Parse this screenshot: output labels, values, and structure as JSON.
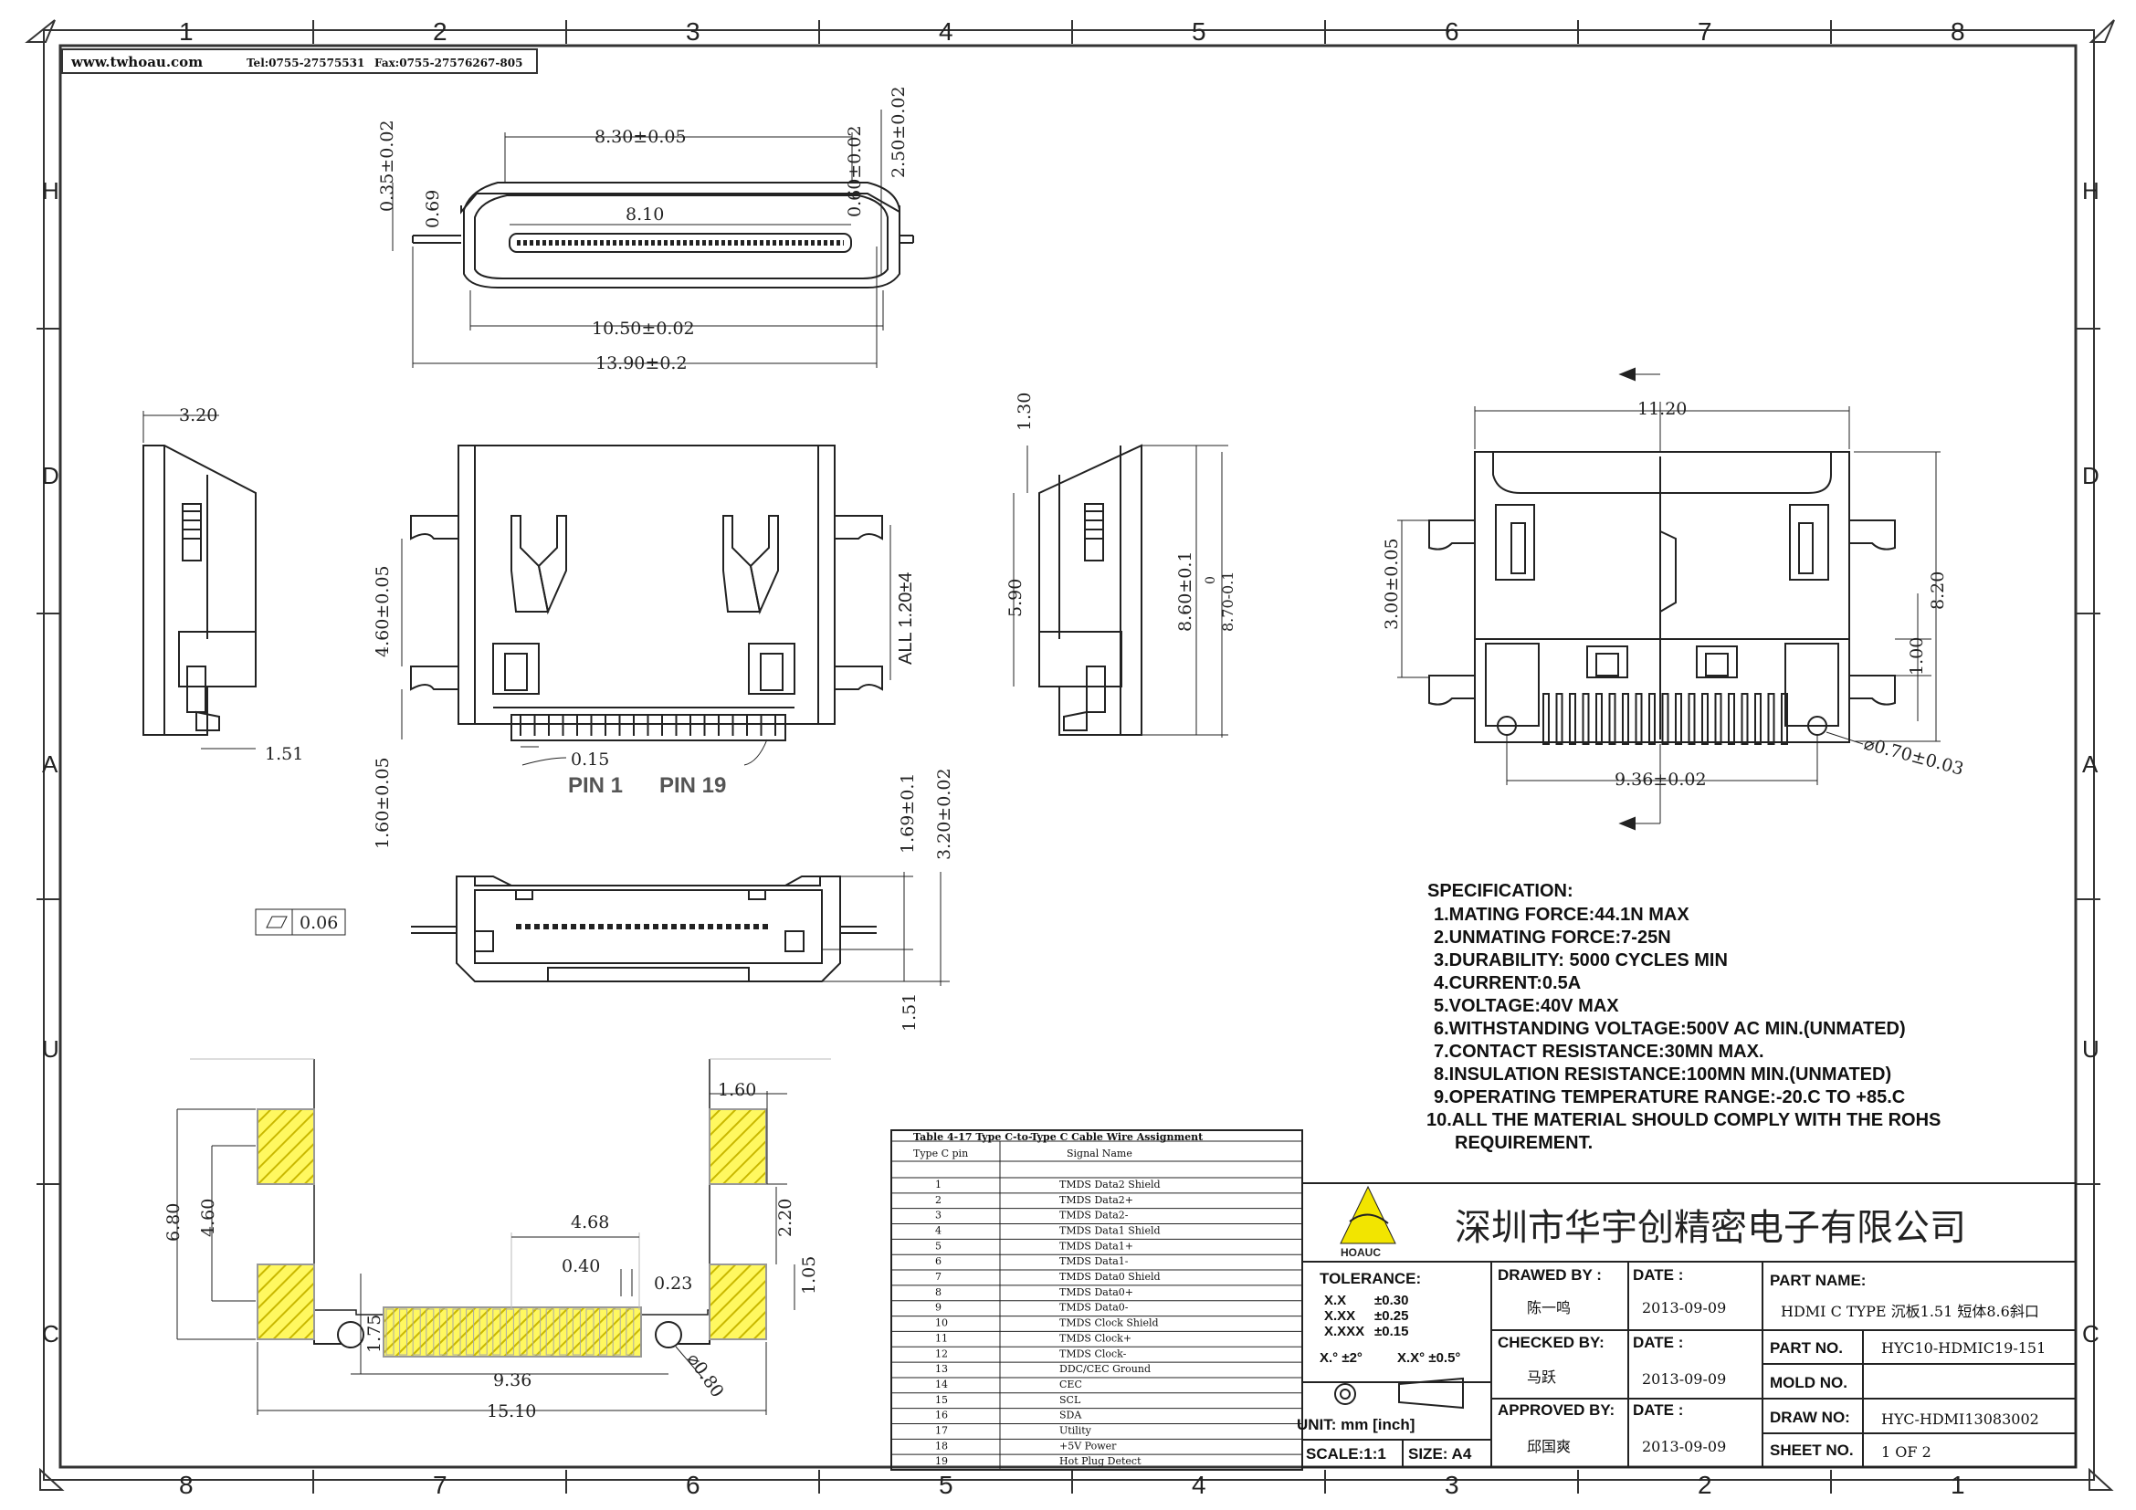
{
  "header": {
    "website": "www.twhoau.com",
    "tel": "Tel:0755-27575531",
    "fax": "Fax:0755-27576267-805"
  },
  "grid": {
    "top_numbers": [
      "1",
      "2",
      "3",
      "4",
      "5",
      "6",
      "7",
      "8"
    ],
    "bottom_numbers": [
      "8",
      "7",
      "6",
      "5",
      "4",
      "3",
      "2",
      "1"
    ],
    "side_letters": [
      "H",
      "D",
      "A",
      "U",
      "C"
    ]
  },
  "top_view": {
    "d_width_inner": "8.30±0.05",
    "d_width_slot": "8.10",
    "d_width_body": "10.50±0.02",
    "d_width_total": "13.90±0.2",
    "d_top_gap": "0.35±0.02",
    "d_shell": "0.69",
    "d_side": "0.60±0.02",
    "d_height": "2.50±0.02"
  },
  "front_view": {
    "d_side_depth": "3.20",
    "d_side_foot": "1.51",
    "d_pitch": "0.15",
    "pin1": "PIN 1",
    "pin19": "PIN 19",
    "d_leg": "4.60±0.05",
    "d_bottom": "1.60±0.05",
    "d_all": "ALL 1.20±4",
    "d_r_top": "1.30",
    "d_r_mid": "5.90",
    "d_r_total": "8.60±0.1",
    "d_r_total2": "0",
    "d_r_total3": "8.70-0.1"
  },
  "bottom_view": {
    "d_flat": "0.06",
    "d_h1": "1.69±0.1",
    "d_h2": "3.20±0.02",
    "d_h3": "1.51"
  },
  "right_view": {
    "d_width": "11.20",
    "d_height": "8.20",
    "d_side": "3.00±0.05",
    "d_r": "1.00",
    "d_pitch": "9.36±0.02",
    "d_hole": "⌀0.70±0.03"
  },
  "footprint": {
    "d_1_60": "1.60",
    "d_6_80": "6.80",
    "d_4_60": "4.60",
    "d_4_68": "4.68",
    "d_2_20": "2.20",
    "d_0_40": "0.40",
    "d_0_23": "0.23",
    "d_1_05": "1.05",
    "d_1_75": "1.75",
    "d_9_36": "9.36",
    "d_0_80": "⌀0.80",
    "d_15_10": "15.10"
  },
  "spec": {
    "title": "SPECIFICATION:",
    "items": [
      "1.MATING FORCE:44.1N MAX",
      "2.UNMATING FORCE:7-25N",
      "3.DURABILITY: 5000 CYCLES MIN",
      "4.CURRENT:0.5A",
      "5.VOLTAGE:40V MAX",
      "6.WITHSTANDING VOLTAGE:500V AC MIN.(UNMATED)",
      "7.CONTACT RESISTANCE:30MN MAX.",
      "8.INSULATION RESISTANCE:100MN MIN.(UNMATED)",
      "9.OPERATING TEMPERATURE RANGE:-20.C TO +85.C",
      "10.ALL THE MATERIAL SHOULD COMPLY WITH THE ROHS",
      "REQUIREMENT."
    ]
  },
  "pin_table": {
    "title": "Table 4-17 Type C-to-Type C Cable Wire Assignment",
    "col1": "Type C pin",
    "col2": "Signal Name",
    "rows": [
      [
        "1",
        "TMDS Data2 Shield"
      ],
      [
        "2",
        "TMDS Data2+"
      ],
      [
        "3",
        "TMDS Data2-"
      ],
      [
        "4",
        "TMDS Data1 Shield"
      ],
      [
        "5",
        "TMDS Data1+"
      ],
      [
        "6",
        "TMDS Data1-"
      ],
      [
        "7",
        "TMDS Data0 Shield"
      ],
      [
        "8",
        "TMDS Data0+"
      ],
      [
        "9",
        "TMDS Data0-"
      ],
      [
        "10",
        "TMDS Clock Shield"
      ],
      [
        "11",
        "TMDS Clock+"
      ],
      [
        "12",
        "TMDS Clock-"
      ],
      [
        "13",
        "DDC/CEC Ground"
      ],
      [
        "14",
        "CEC"
      ],
      [
        "15",
        "SCL"
      ],
      [
        "16",
        "SDA"
      ],
      [
        "17",
        "Utility"
      ],
      [
        "18",
        "+5V Power"
      ],
      [
        "19",
        "Hot Plug Detect"
      ]
    ]
  },
  "title_block": {
    "company": "深圳市华宇创精密电子有限公司",
    "logo_text": "HOAUC",
    "tolerance_label": "TOLERANCE:",
    "tol_x": "X.X",
    "tol_x_val": "±0.30",
    "tol_xx": "X.XX",
    "tol_xx_val": "±0.25",
    "tol_xxx": "X.XXX",
    "tol_xxx_val": "±0.15",
    "tol_ang1": "X.° ±2°",
    "tol_ang2": "X.X° ±0.5°",
    "unit": "UNIT:  mm  [inch]",
    "scale": "SCALE:1:1",
    "size": "SIZE: A4",
    "drawn_by_label": "DRAWED BY :",
    "drawn_by": "陈一鸣",
    "checked_by_label": "CHECKED BY:",
    "checked_by": "马跃",
    "approved_by_label": "APPROVED BY:",
    "approved_by": "邱国爽",
    "date_label": "DATE :",
    "date1": "2013-09-09",
    "date2": "2013-09-09",
    "date3": "2013-09-09",
    "part_name_label": "PART NAME:",
    "part_name": "HDMI C TYPE 沉板1.51 短体8.6斜口",
    "part_no_label": "PART NO.",
    "part_no": "HYC10-HDMIC19-151",
    "mold_no_label": "MOLD NO.",
    "mold_no": "",
    "draw_no_label": "DRAW NO:",
    "draw_no": "HYC-HDMI13083002",
    "sheet_no_label": "SHEET NO.",
    "sheet_no": "1 OF 2"
  }
}
